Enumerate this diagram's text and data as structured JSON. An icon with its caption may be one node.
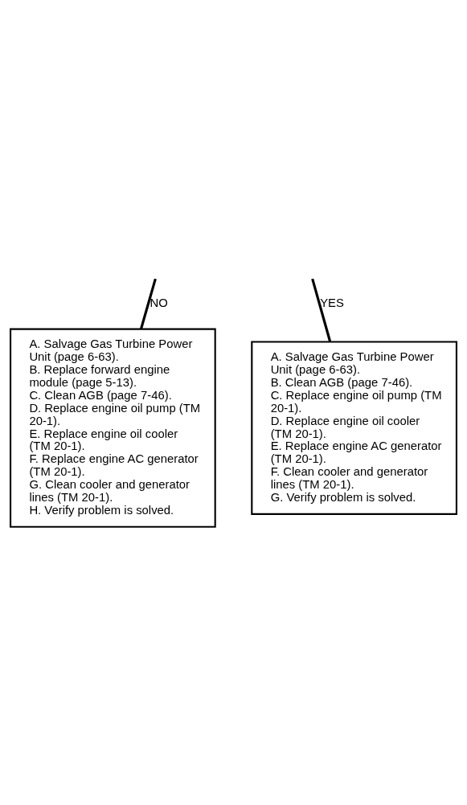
{
  "diagram": {
    "nodes": [
      {
        "text": [
          "A. Salvage Gas Turbine Power Unit (page 6-63).",
          "B. Clean AGB (page 7-46).",
          "C. Replace engine oil pump (TM 20-1).",
          "D. Replace engine oil cooler (TM 20-1).",
          "E. Replace engine AC generator (TM 20-1).",
          "F. Clean cooler and generator lines (TM 20-1).",
          "G. Verify problem is solved."
        ]
      },
      {
        "text": [
          "A. Salvage Gas Turbine Power Unit (page 6-63).",
          "B. Replace forward engine module (page 5-13).",
          "C. Clean AGB (page 7-46).",
          "D. Replace engine oil pump (TM 20-1).",
          "E. Replace engine oil cooler (TM 20-1).",
          "F. Replace engine AC generator (TM 20-1).",
          "G. Clean cooler and generator lines (TM 20-1).",
          "H. Verify problem is solved."
        ]
      }
    ],
    "edges": [
      {
        "from": null,
        "to": 1,
        "arrow": "none",
        "label": "NO"
      },
      {
        "from": null,
        "to": 0,
        "arrow": "none",
        "label": "YES"
      }
    ]
  }
}
